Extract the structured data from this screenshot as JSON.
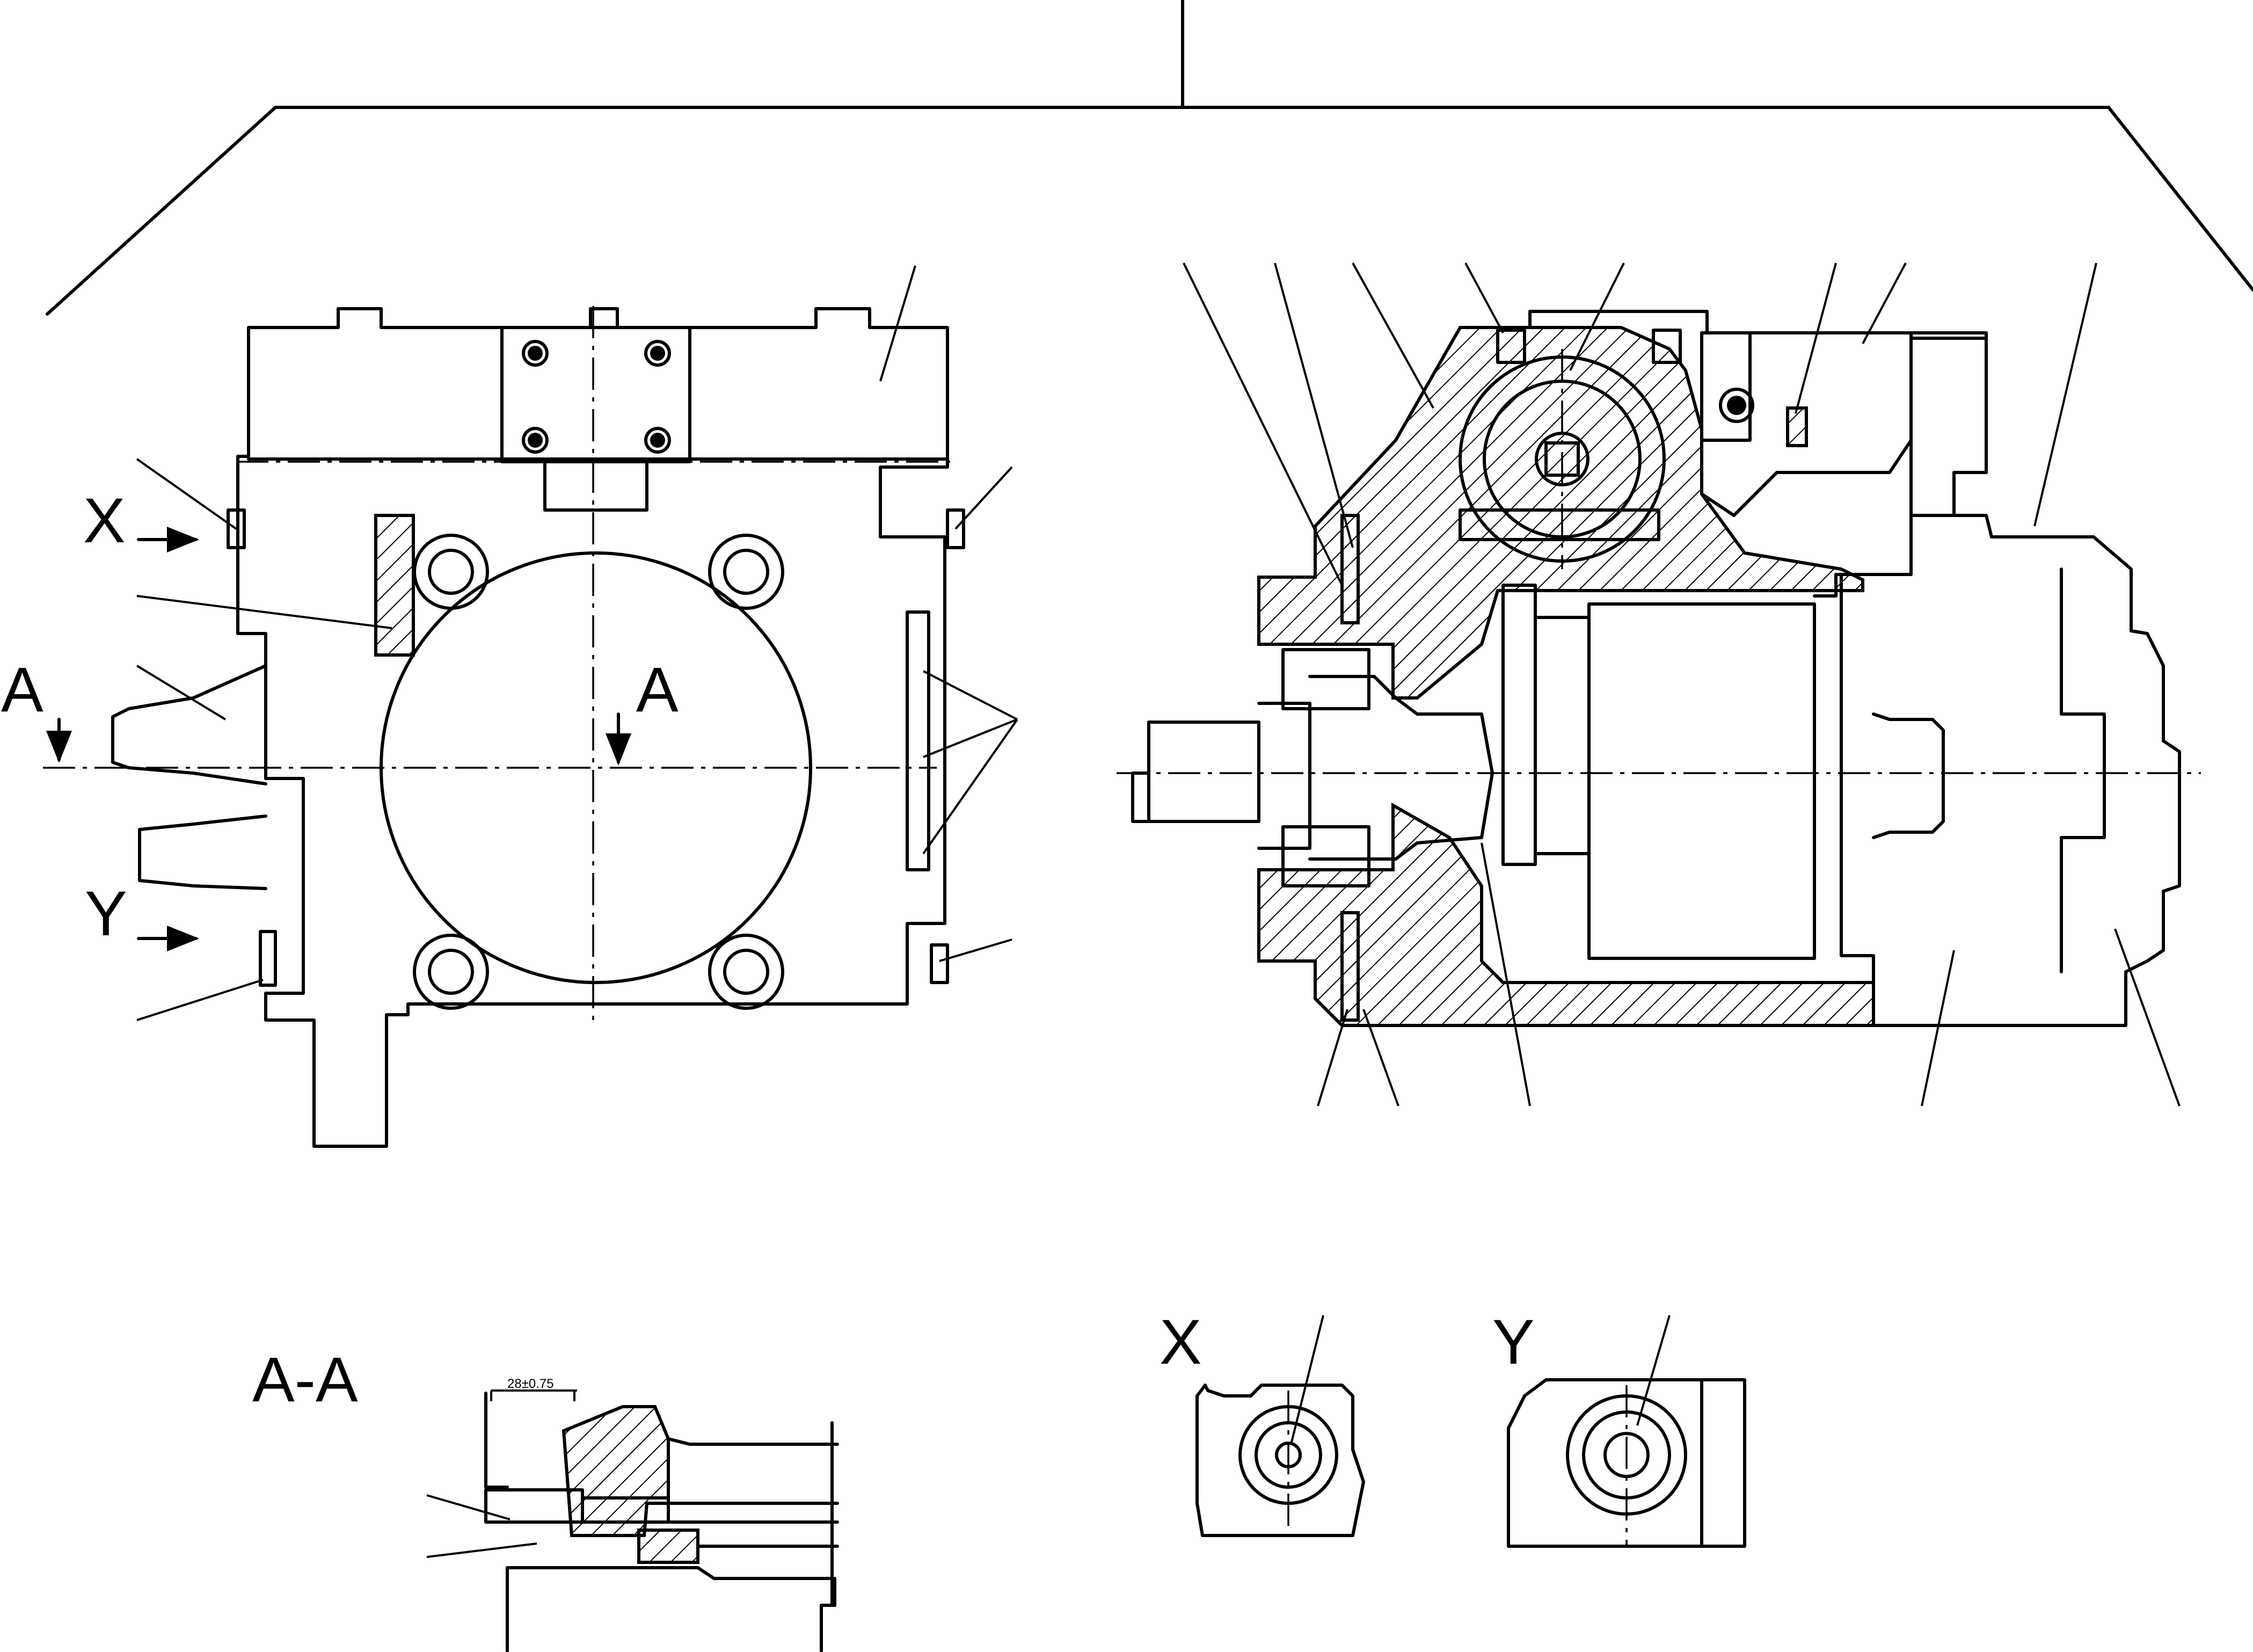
{
  "labels": {
    "view_x_arrow": "X",
    "view_y_arrow": "Y",
    "section_a_left": "A",
    "section_a_center": "A",
    "section_title": "A-A",
    "dimension": "28±0.75",
    "detail_x": "X",
    "detail_y": "Y"
  }
}
